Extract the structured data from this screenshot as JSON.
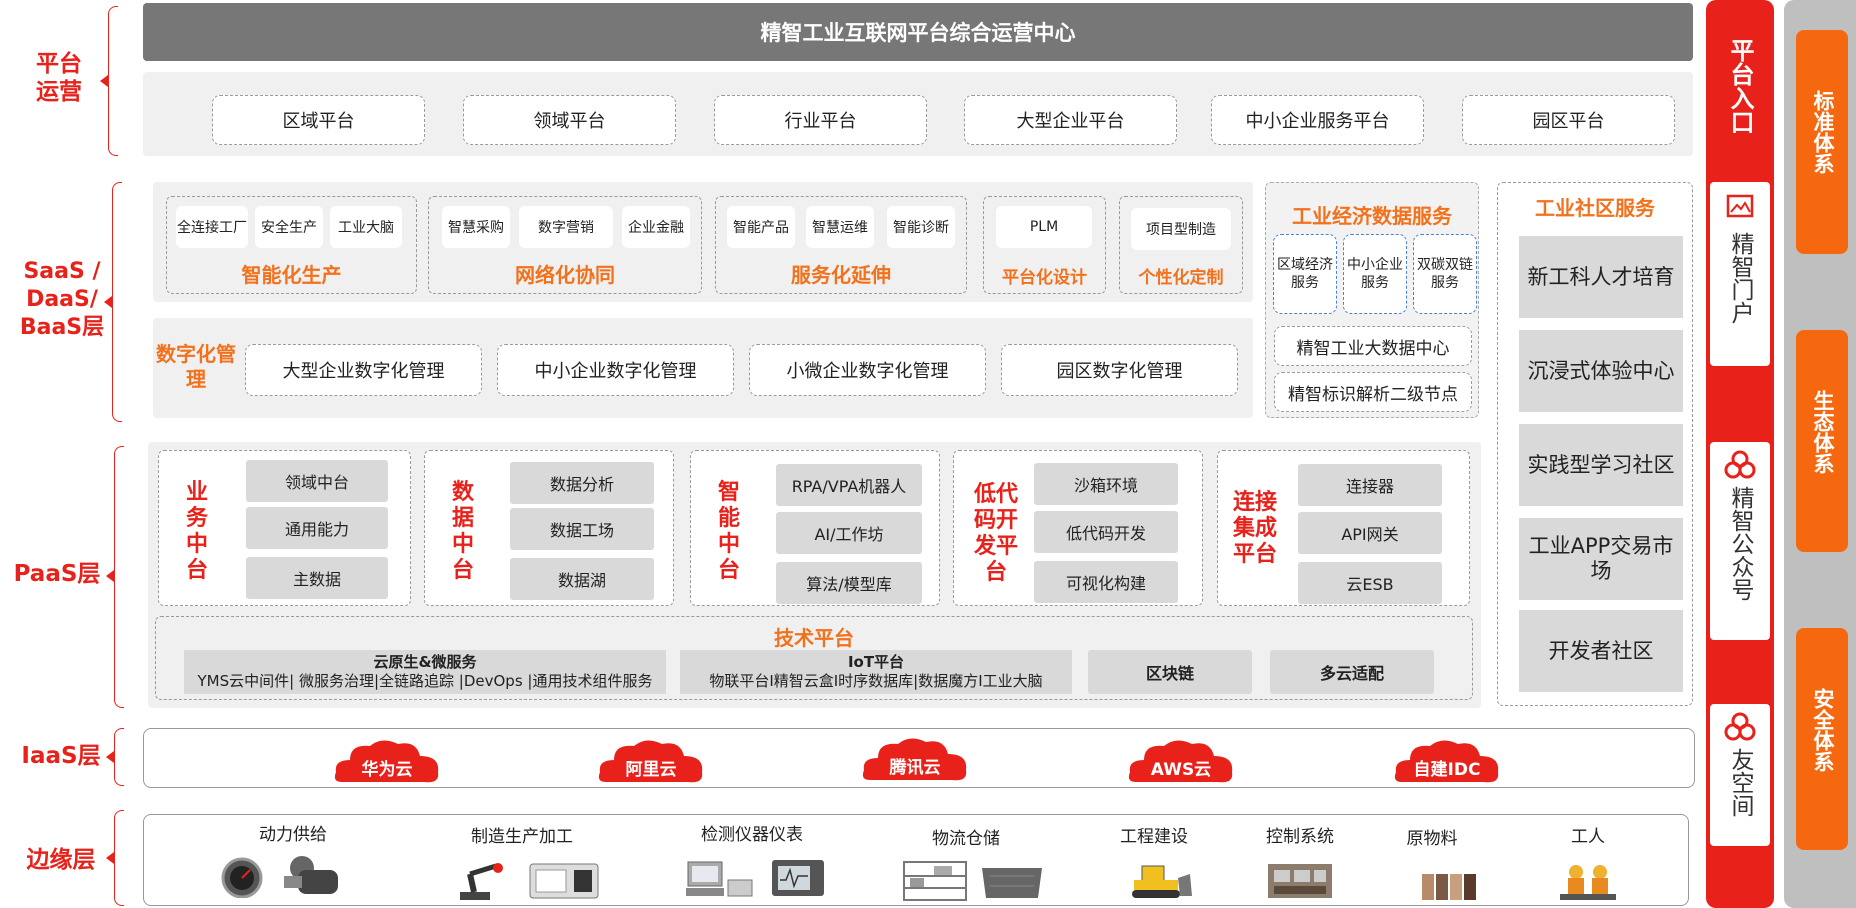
{
  "layers": {
    "platform_ops": "平台运营",
    "saas": "SaaS / DaaS/ BaaS层",
    "paas": "PaaS层",
    "iaas": "IaaS层",
    "edge": "边缘层"
  },
  "header": {
    "title": "精智工业互联网平台综合运营中心"
  },
  "platforms": [
    "区域平台",
    "领域平台",
    "行业平台",
    "大型企业平台",
    "中小企业服务平台",
    "园区平台"
  ],
  "saas": {
    "groups": [
      {
        "title": "智能化生产",
        "items": [
          "全连接工厂",
          "安全生产",
          "工业大脑"
        ]
      },
      {
        "title": "网络化协同",
        "items": [
          "智慧采购",
          "数字营销",
          "企业金融"
        ]
      },
      {
        "title": "服务化延伸",
        "items": [
          "智能产品",
          "智慧运维",
          "智能诊断"
        ]
      },
      {
        "title": "平台化设计",
        "items": [
          "PLM"
        ]
      },
      {
        "title": "个性化定制",
        "items": [
          "项目型制造"
        ]
      }
    ],
    "digital": {
      "title": "数字化管理",
      "items": [
        "大型企业数字化管理",
        "中小企业数字化管理",
        "小微企业数字化管理",
        "园区数字化管理"
      ]
    },
    "econ": {
      "title": "工业经济数据服务",
      "boxes": [
        "区域经济服务",
        "中小企业服务",
        "双碳双链服务"
      ],
      "rows": [
        "精智工业大数据中心",
        "精智标识解析二级节点"
      ]
    }
  },
  "community": {
    "title": "工业社区服务",
    "items": [
      "新工科人才培育",
      "沉浸式体验中心",
      "实践型学习社区",
      "工业APP交易市场",
      "开发者社区"
    ]
  },
  "paas": {
    "groups": [
      {
        "title": "业务中台",
        "items": [
          "领域中台",
          "通用能力",
          "主数据"
        ]
      },
      {
        "title": "数据中台",
        "items": [
          "数据分析",
          "数据工场",
          "数据湖"
        ]
      },
      {
        "title": "智能中台",
        "items": [
          "RPA/VPA机器人",
          "AI/工作坊",
          "算法/模型库"
        ]
      },
      {
        "title": "低代码开发平台",
        "items": [
          "沙箱环境",
          "低代码开发",
          "可视化构建"
        ]
      },
      {
        "title": "连接集成平台",
        "items": [
          "连接器",
          "API网关",
          "云ESB"
        ]
      }
    ],
    "tech": {
      "title": "技术平台",
      "cloud_native": {
        "title": "云原生&微服务",
        "sub": "YMS云中间件| 微服务治理|全链路追踪 |DevOps |通用技术组件服务"
      },
      "iot": {
        "title": "IoT平台",
        "sub": "物联平台I精智云盒I时序数据库|数据魔方I工业大脑"
      },
      "blockchain": "区块链",
      "multicloud": "多云适配"
    }
  },
  "iaas": {
    "clouds": [
      "华为云",
      "阿里云",
      "腾讯云",
      "AWS云",
      "自建IDC"
    ]
  },
  "edge": {
    "items": [
      "动力供给",
      "制造生产加工",
      "检测仪器仪表",
      "物流仓储",
      "工程建设",
      "控制系统",
      "原物料",
      "工人"
    ]
  },
  "entry": {
    "title": "平台入口",
    "portal": "精智门户",
    "official": "精智公众号",
    "friend": "友空间"
  },
  "systems": [
    "标准体系",
    "生态体系",
    "安全体系"
  ],
  "colors": {
    "red": "#e8211a",
    "orange": "#f2711c",
    "side_orange": "#f5680f",
    "gray_header": "#777777"
  }
}
